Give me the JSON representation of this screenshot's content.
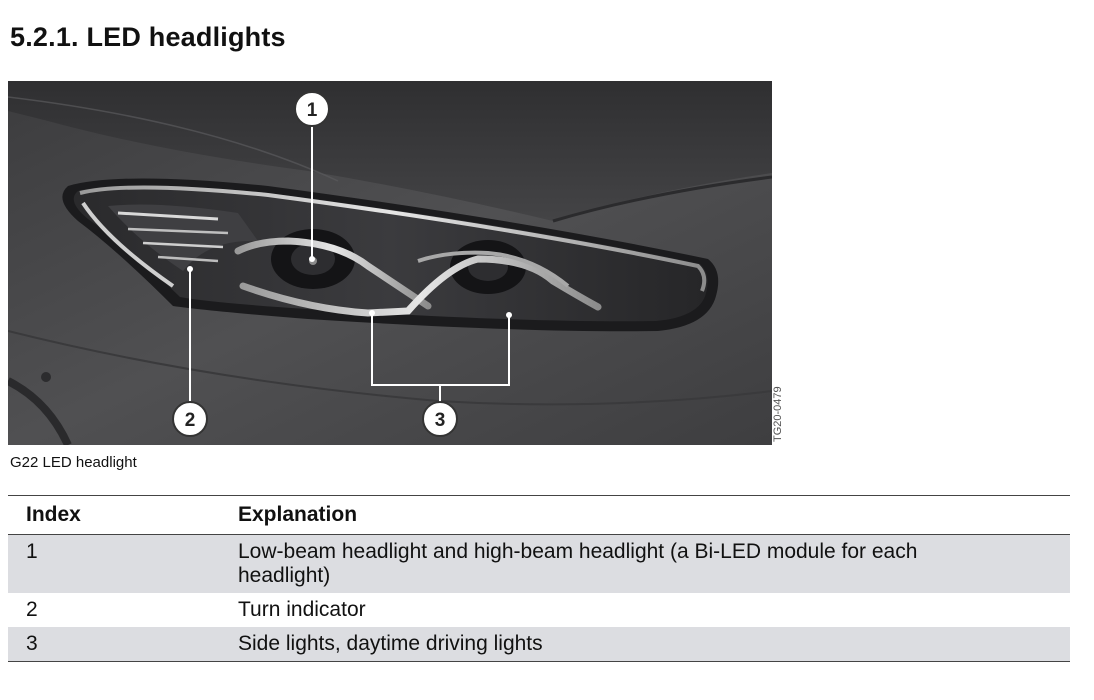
{
  "heading": "5.2.1. LED headlights",
  "figure": {
    "callouts": [
      "1",
      "2",
      "3"
    ],
    "id_label": "TG20-0479",
    "caption": "G22 LED headlight"
  },
  "table": {
    "headers": {
      "index": "Index",
      "explanation": "Explanation"
    },
    "rows": [
      {
        "index": "1",
        "explanation_line1": "Low-beam headlight and high-beam headlight (a Bi-LED module for each",
        "explanation_line2": "headlight)"
      },
      {
        "index": "2",
        "explanation_line1": "Turn indicator"
      },
      {
        "index": "3",
        "explanation_line1": "Side lights, daytime driving lights"
      }
    ]
  },
  "colors": {
    "body_paint": "#4a4a4c",
    "row_shade": "#dcdde1",
    "rule": "#444444"
  }
}
